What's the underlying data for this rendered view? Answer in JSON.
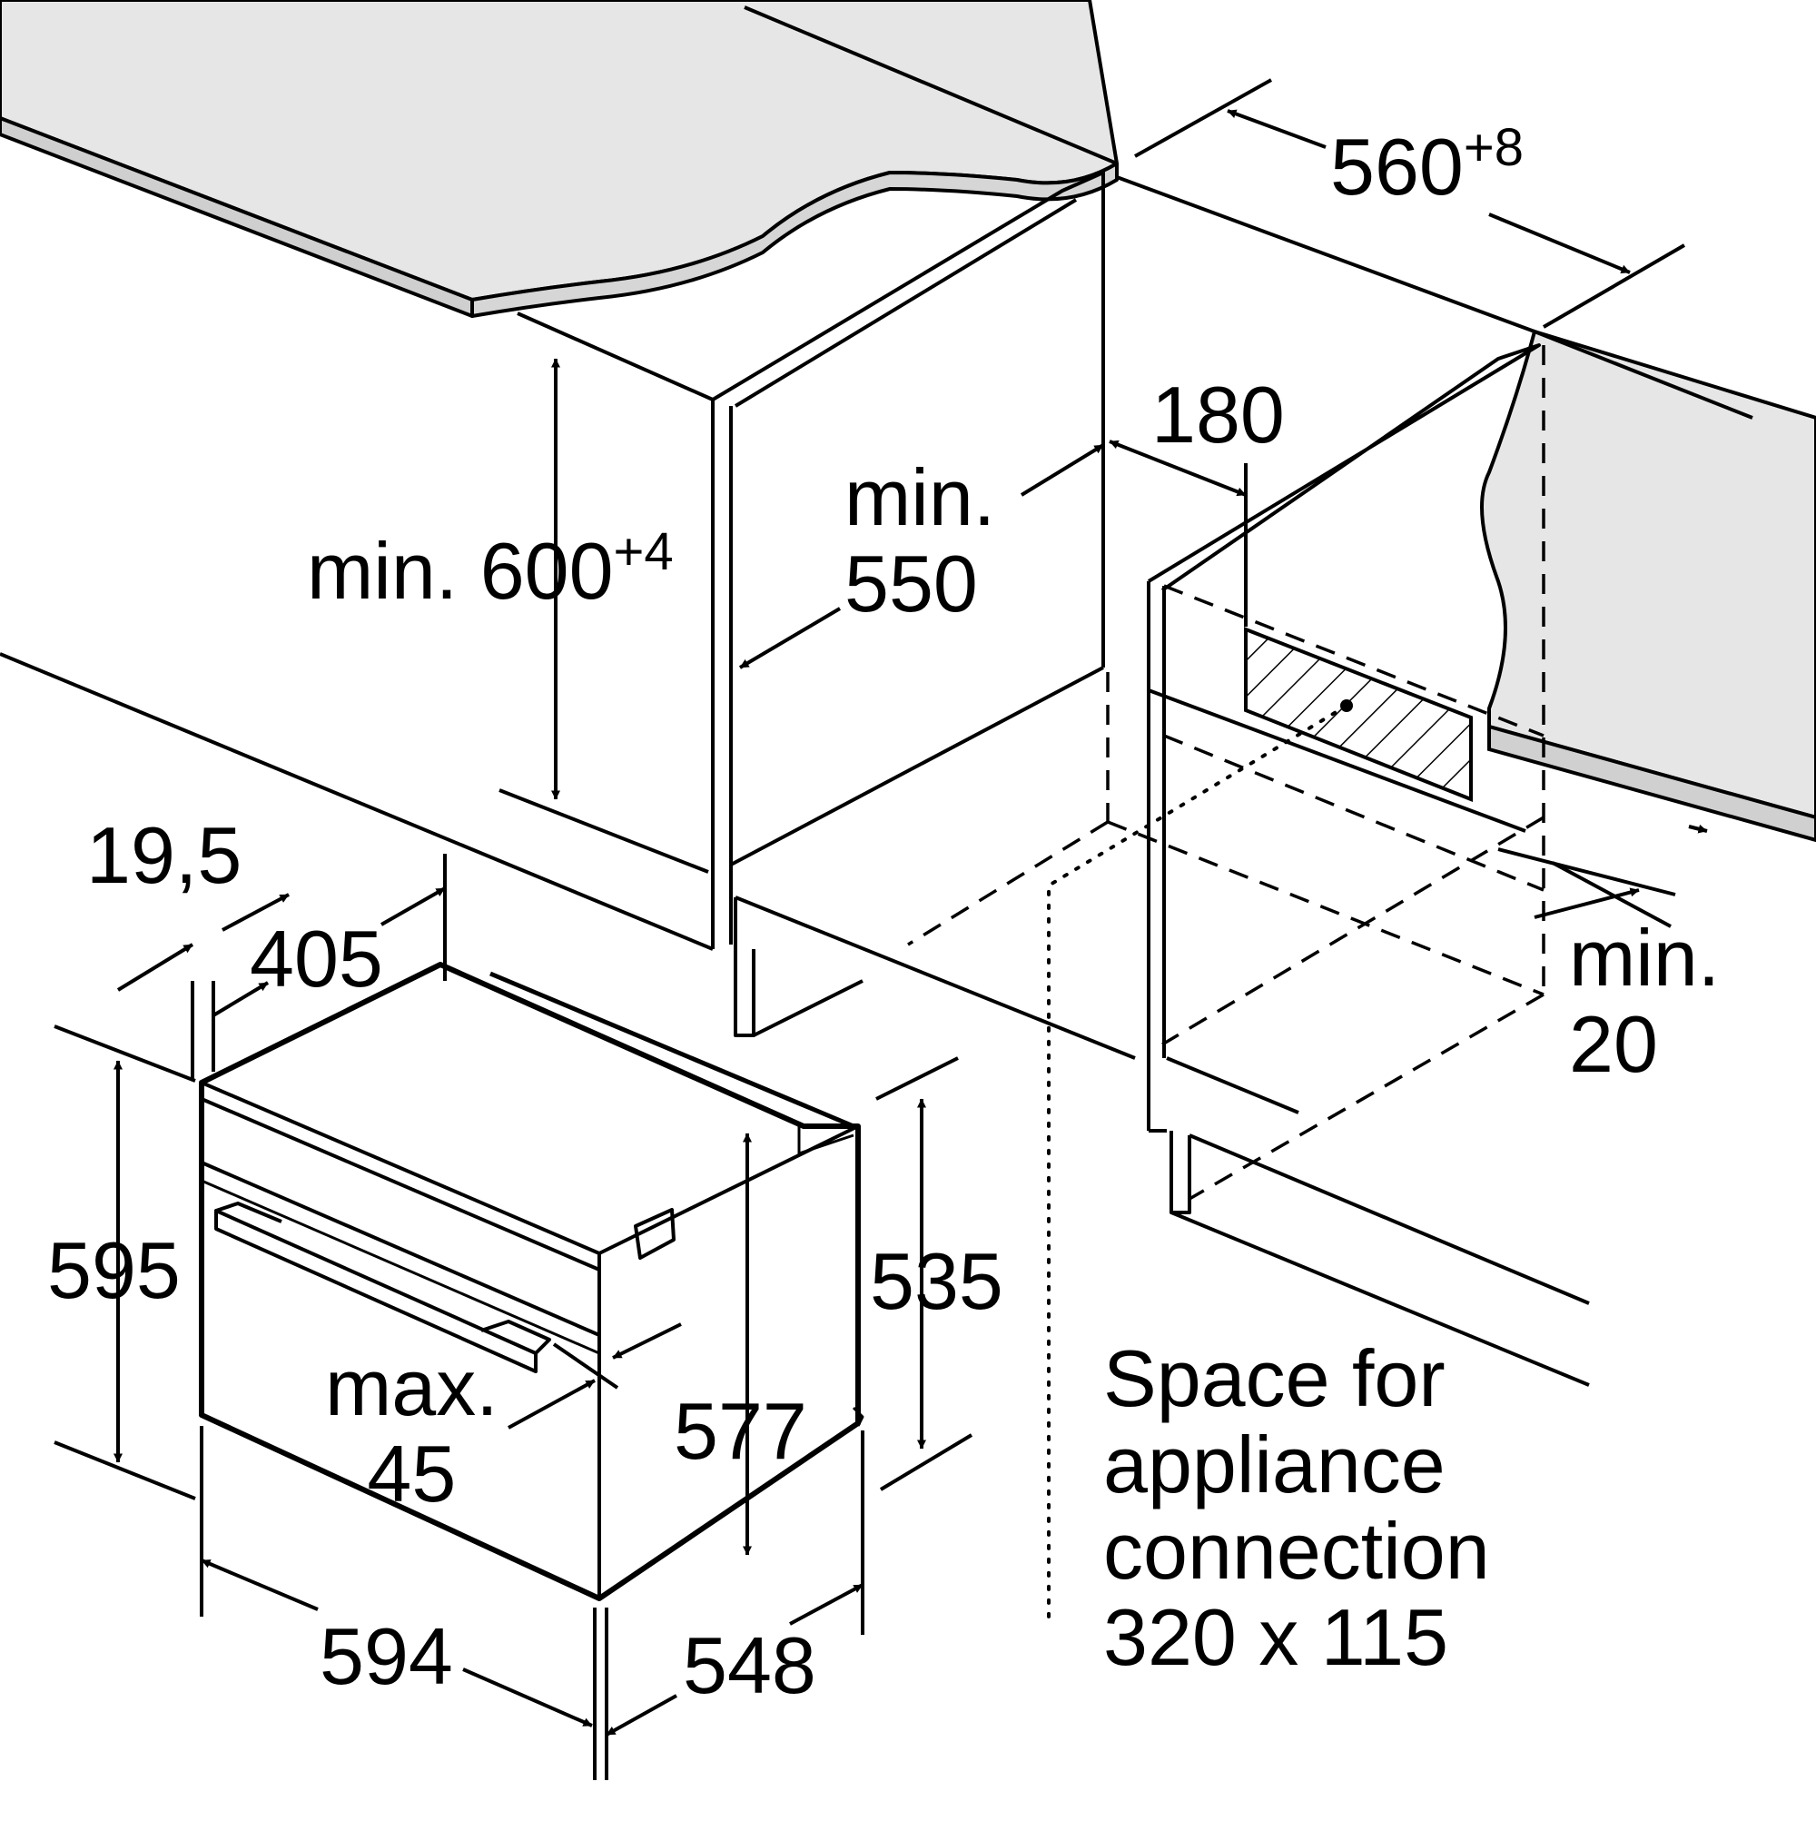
{
  "diagram": {
    "dimensions": {
      "niche_width_main": "560",
      "niche_width_tol": "+8",
      "niche_height_prefix": "min. ",
      "niche_height_main": "600",
      "niche_height_tol": "+4",
      "niche_depth": "min.\n550",
      "connection_offset": "180",
      "back_gap": "min.\n20",
      "front_thickness": "19,5",
      "front_offset": "405",
      "oven_height": "595",
      "oven_width": "594",
      "oven_depth": "548",
      "body_height_rear": "535",
      "body_height_front": "577",
      "handle_depth": "max.\n45"
    },
    "note": "Space for\nappliance\nconnection\n320 x 115"
  }
}
